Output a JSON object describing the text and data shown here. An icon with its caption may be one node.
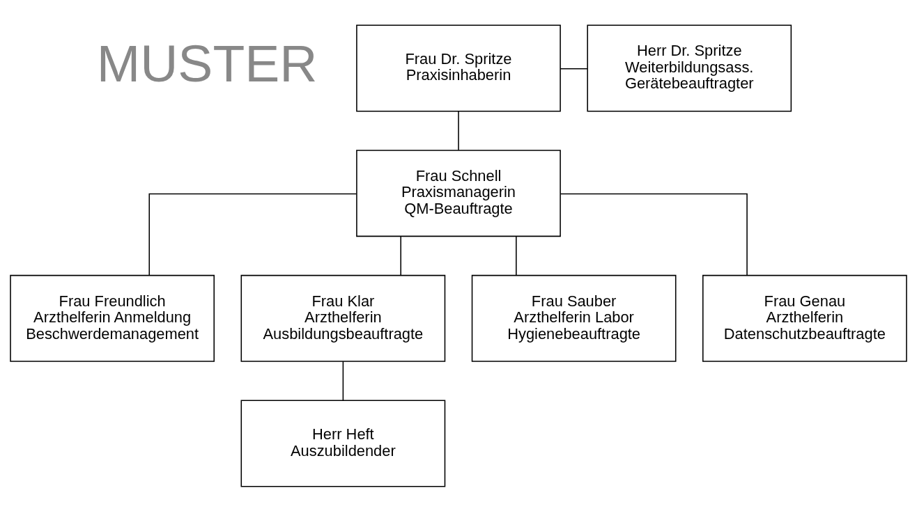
{
  "diagram": {
    "nodes": [
      {
        "text": [
          "Frau Dr. Spritze",
          "Praxisinhaberin"
        ]
      },
      {
        "text": [
          "Herr Dr. Spritze",
          "Weiterbildungsass.",
          "Gerätebeauftragter"
        ]
      },
      {
        "text": [
          "Frau Schnell",
          "Praxismanagerin",
          "QM-Beauftragte"
        ]
      },
      {
        "text": [
          "Frau Freundlich",
          "Arzthelferin Anmeldung",
          "Beschwerdemanagement"
        ]
      },
      {
        "text": [
          "Frau Klar",
          "Arzthelferin",
          "Ausbildungsbeauftragte"
        ]
      },
      {
        "text": [
          "Frau Sauber",
          "Arzthelferin Labor",
          "Hygienebeauftragte"
        ]
      },
      {
        "text": [
          "Frau Genau",
          "Arzthelferin",
          "Datenschutzbeauftragte"
        ]
      },
      {
        "text": [
          "Herr Heft",
          "Auszubildender"
        ]
      }
    ],
    "edges": [
      {
        "from": 0,
        "to": 1,
        "arrow": "none"
      },
      {
        "from": 0,
        "to": 2,
        "arrow": "none"
      },
      {
        "from": 2,
        "to": 3,
        "arrow": "none"
      },
      {
        "from": 2,
        "to": 4,
        "arrow": "none"
      },
      {
        "from": 2,
        "to": 5,
        "arrow": "none"
      },
      {
        "from": 2,
        "to": 6,
        "arrow": "none"
      },
      {
        "from": 4,
        "to": 7,
        "arrow": "none"
      }
    ],
    "labels": [
      "MUSTER"
    ]
  }
}
